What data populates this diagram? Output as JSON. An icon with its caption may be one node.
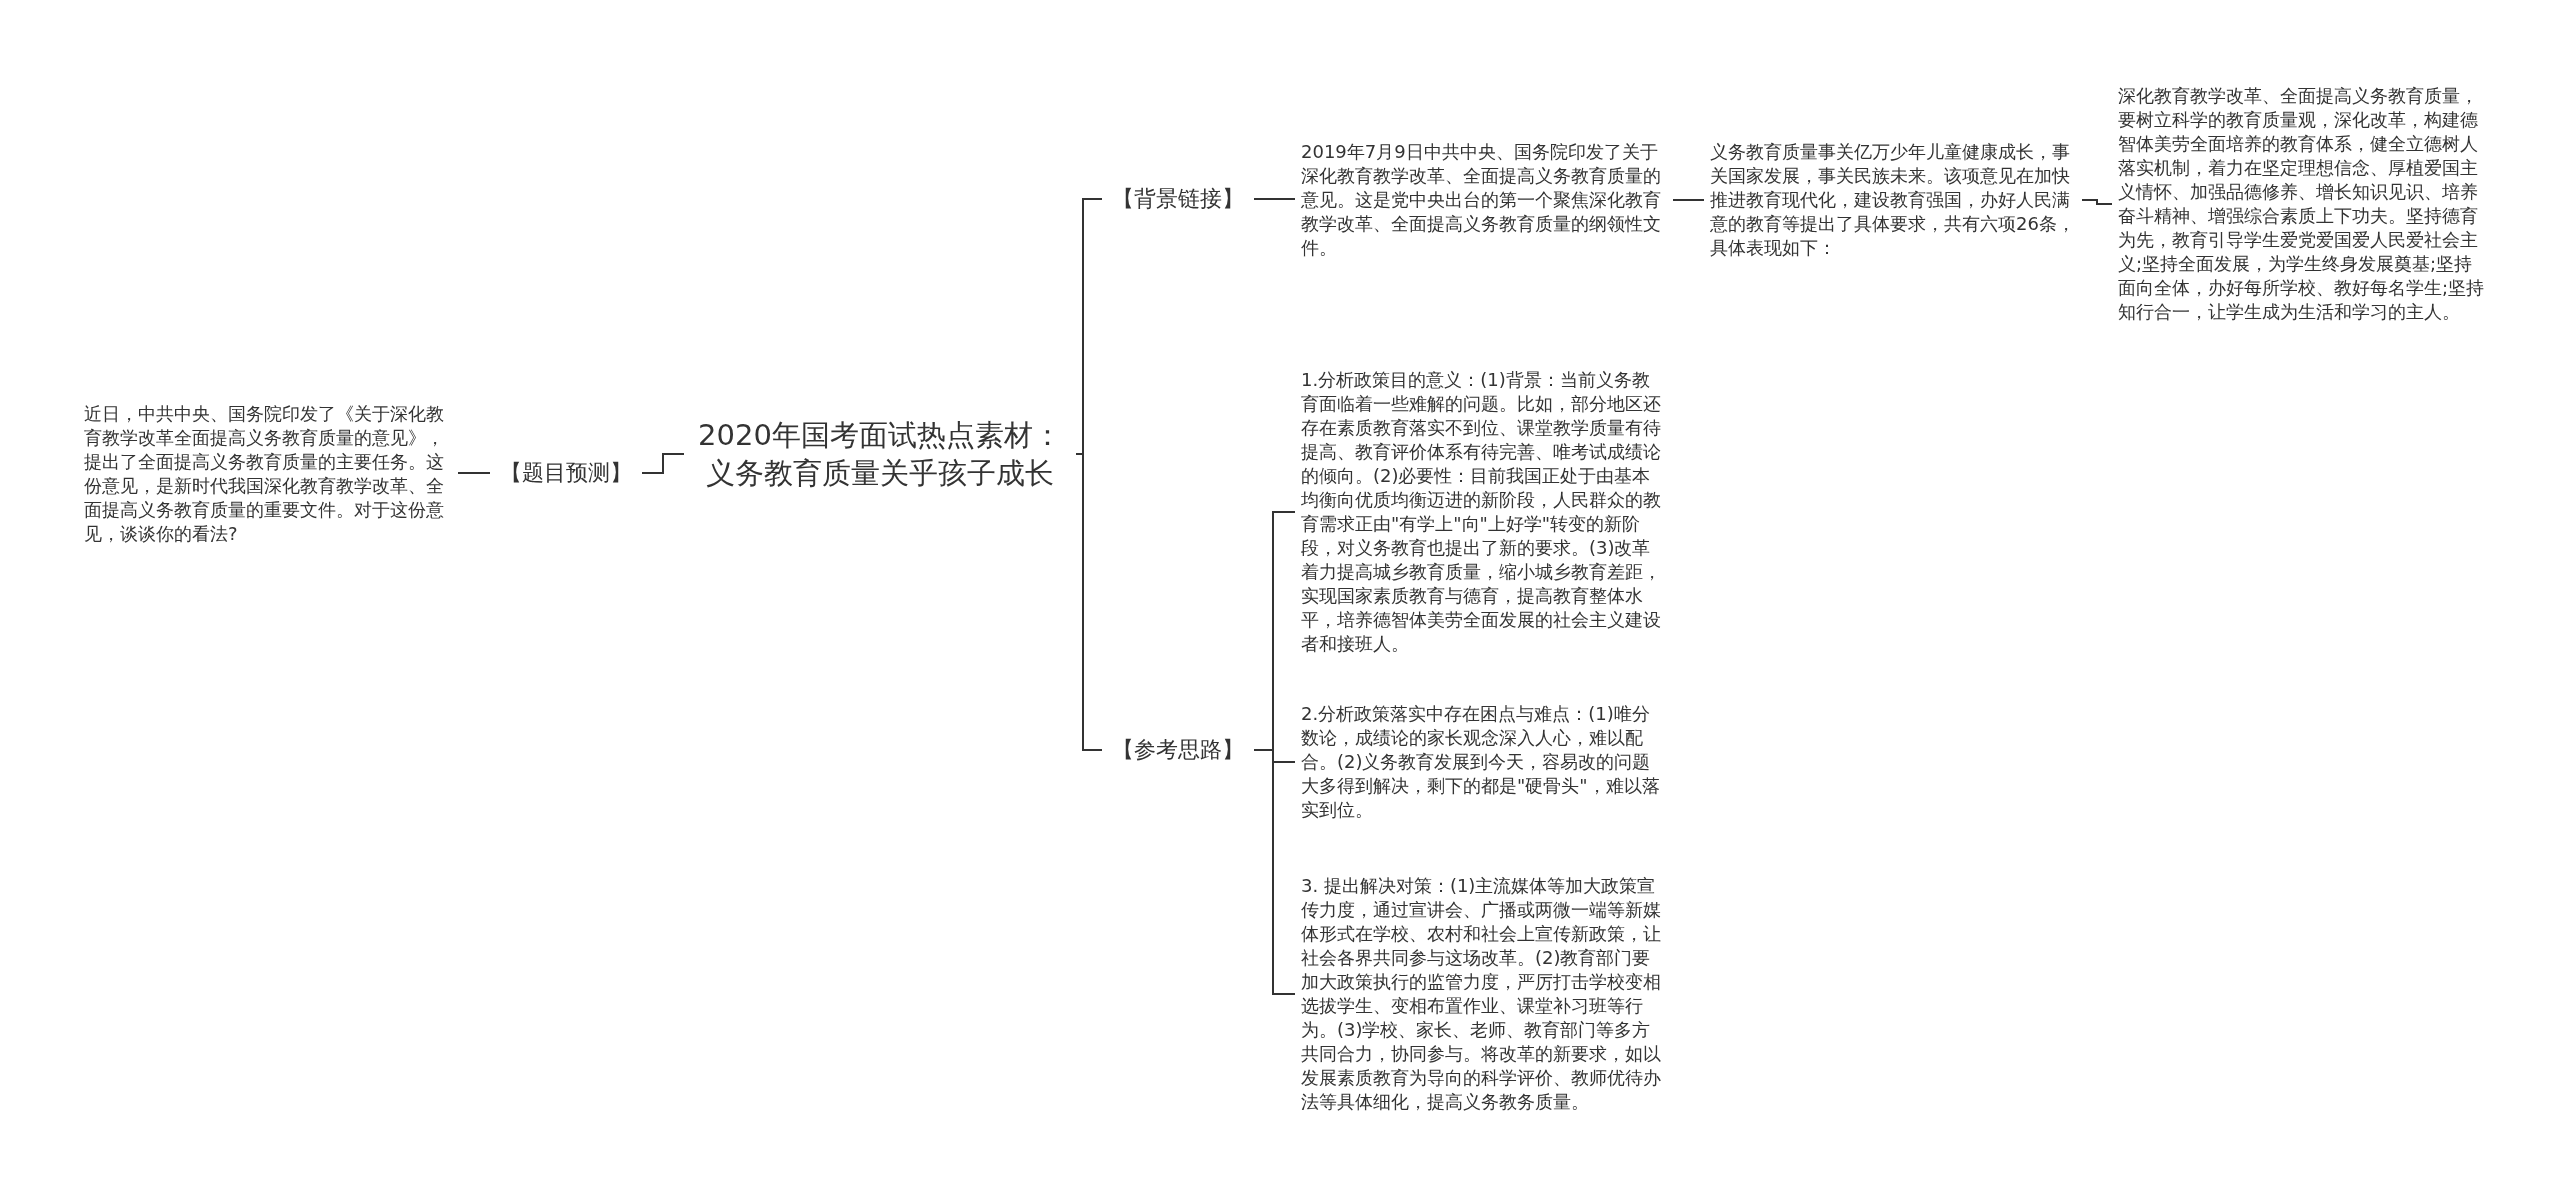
{
  "diagram": {
    "nodes": [
      {
        "text": [
          "2020年国考面试热点素材：义务教育质量关乎孩子成长"
        ]
      },
      {
        "text": [
          "【题目预测】"
        ]
      },
      {
        "text": [
          "近日，中共中央、国务院印发了《关于深化教育教学改革全面提高义务教育质量的意见》，提出了全面提高义务教育质量的主要任务。这份意见，是新时代我国深化教育教学改革、全面提高义务教育质量的重要文件。对于这份意见，谈谈你的看法?"
        ]
      },
      {
        "text": [
          "【背景链接】"
        ]
      },
      {
        "text": [
          "2019年7月9日中共中央、国务院印发了关于深化教育教学改革、全面提高义务教育质量的意见。这是党中央出台的第一个聚焦深化教育教学改革、全面提高义务教育质量的纲领性文件。"
        ]
      },
      {
        "text": [
          "义务教育质量事关亿万少年儿童健康成长，事关国家发展，事关民族未来。该项意见在加快推进教育现代化，建设教育强国，办好人民满意的教育等提出了具体要求，共有六项26条，具体表现如下："
        ]
      },
      {
        "text": [
          "深化教育教学改革、全面提高义务教育质量，要树立科学的教育质量观，深化改革，构建德智体美劳全面培养的教育体系，健全立德树人落实机制，着力在坚定理想信念、厚植爱国主义情怀、加强品德修养、增长知识见识、培养奋斗精神、增强综合素质上下功夫。坚持德育为先，教育引导学生爱党爱国爱人民爱社会主义;坚持全面发展，为学生终身发展奠基;坚持面向全体，办好每所学校、教好每名学生;坚持知行合一，让学生成为生活和学习的主人。"
        ]
      },
      {
        "text": [
          "【参考思路】"
        ]
      },
      {
        "text": [
          "1.分析政策目的意义：(1)背景：当前义务教育面临着一些难解的问题。比如，部分地区还存在素质教育落实不到位、课堂教学质量有待提高、教育评价体系有待完善、唯考试成绩论的倾向。(2)必要性：目前我国正处于由基本均衡向优质均衡迈进的新阶段，人民群众的教育需求正由\"有学上\"向\"上好学\"转变的新阶段，对义务教育也提出了新的要求。(3)改革着力提高城乡教育质量，缩小城乡教育差距，实现国家素质教育与德育，提高教育整体水平，培养德智体美劳全面发展的社会主义建设者和接班人。"
        ]
      },
      {
        "text": [
          "2.分析政策落实中存在困点与难点：(1)唯分数论，成绩论的家长观念深入人心，难以配合。(2)义务教育发展到今天，容易改的问题大多得到解决，剩下的都是\"硬骨头\"，难以落实到位。"
        ]
      },
      {
        "text": [
          "3. 提出解决对策：(1)主流媒体等加大政策宣传力度，通过宣讲会、广播或两微一端等新媒体形式在学校、农村和社会上宣传新政策，让社会各界共同参与这场改革。(2)教育部门要加大政策执行的监管力度，严厉打击学校变相选拔学生、变相布置作业、课堂补习班等行为。(3)学校、家长、老师、教育部门等多方共同合力，协同参与。将改革的新要求，如以发展素质教育为导向的科学评价、教师优待办法等具体细化，提高义务教务质量。"
        ]
      }
    ],
    "edges": [
      {
        "from": 0,
        "to": 1,
        "arrow": "none"
      },
      {
        "from": 1,
        "to": 2,
        "arrow": "none"
      },
      {
        "from": 0,
        "to": 3,
        "arrow": "none"
      },
      {
        "from": 3,
        "to": 4,
        "arrow": "none"
      },
      {
        "from": 4,
        "to": 5,
        "arrow": "none"
      },
      {
        "from": 5,
        "to": 6,
        "arrow": "none"
      },
      {
        "from": 0,
        "to": 7,
        "arrow": "none"
      },
      {
        "from": 7,
        "to": 8,
        "arrow": "none"
      },
      {
        "from": 7,
        "to": 9,
        "arrow": "none"
      },
      {
        "from": 7,
        "to": 10,
        "arrow": "none"
      }
    ]
  }
}
